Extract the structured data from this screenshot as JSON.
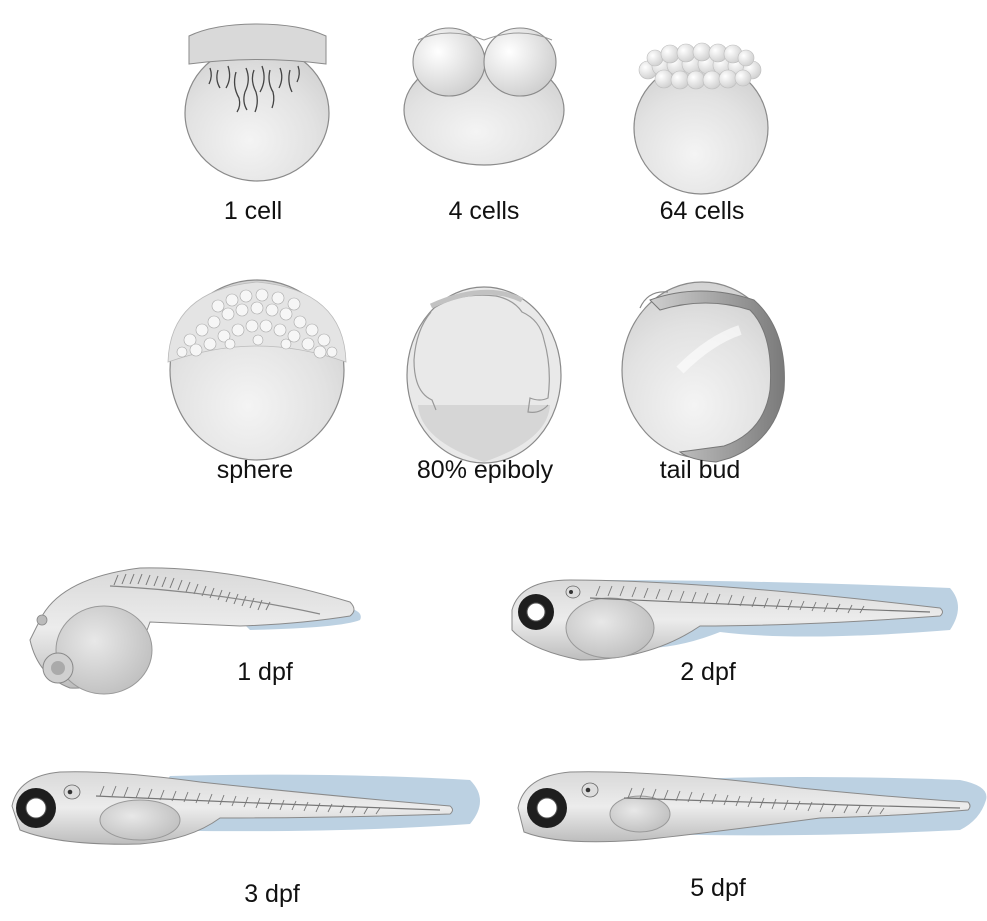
{
  "stages": {
    "embryo_row1": [
      "1 cell",
      "4 cells",
      "64 cells"
    ],
    "embryo_row2": [
      "sphere",
      "80% epiboly",
      "tail bud"
    ],
    "larva_row1": [
      "1 dpf",
      "2 dpf"
    ],
    "larva_row2": [
      "3 dpf",
      "5 dpf"
    ]
  }
}
